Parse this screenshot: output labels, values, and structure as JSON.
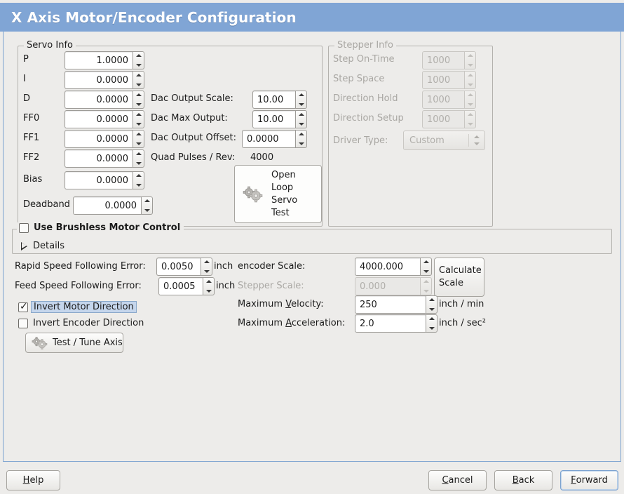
{
  "window": {
    "title": "X Axis Motor/Encoder Configuration",
    "title_bg": "#80a5d5",
    "bg": "#edecea",
    "frame_border": "#7ba2d0"
  },
  "servo": {
    "legend": "Servo Info",
    "params": [
      {
        "label": "P",
        "value": "1.0000"
      },
      {
        "label": "I",
        "value": "0.0000"
      },
      {
        "label": "D",
        "value": "0.0000"
      },
      {
        "label": "FF0",
        "value": "0.0000"
      },
      {
        "label": "FF1",
        "value": "0.0000"
      },
      {
        "label": "FF2",
        "value": "0.0000"
      },
      {
        "label": "Bias",
        "value": "0.0000"
      },
      {
        "label": "Deadband",
        "value": "0.0000"
      }
    ],
    "dac": [
      {
        "label": "Dac Output Scale:",
        "value": "10.00"
      },
      {
        "label": "Dac Max Output:",
        "value": "10.00"
      },
      {
        "label": "Dac Output Offset:",
        "value": "0.0000"
      }
    ],
    "quad_pulses_label": "Quad Pulses / Rev:",
    "quad_pulses_value": "4000",
    "open_loop_button": "Open\nLoop\nServo\nTest",
    "open_loop_lines": [
      "Open",
      "Loop",
      "Servo",
      "Test"
    ]
  },
  "stepper": {
    "legend": "Stepper Info",
    "enabled": false,
    "params": [
      {
        "label": "Step On-Time",
        "value": "1000"
      },
      {
        "label": "Step Space",
        "value": "1000"
      },
      {
        "label": "Direction Hold",
        "value": "1000"
      },
      {
        "label": "Direction Setup",
        "value": "1000"
      }
    ],
    "driver_type_label": "Driver Type:",
    "driver_type_value": "Custom"
  },
  "brushless": {
    "checkbox_label": "Use Brushless Motor Control",
    "checked": false,
    "details_label": "Details",
    "details_expanded": false
  },
  "tuning": {
    "rapid_label": "Rapid Speed Following Error:",
    "rapid_value": "0.0050",
    "rapid_unit": "inch",
    "feed_label": "Feed Speed Following Error:",
    "feed_value": "0.0005",
    "feed_unit": "inch",
    "invert_motor_label": "Invert Motor Direction",
    "invert_motor_checked": true,
    "invert_encoder_label": "Invert Encoder Direction",
    "invert_encoder_checked": false,
    "test_tune_button": "Test / Tune Axis"
  },
  "scales": {
    "encoder_label": "encoder Scale:",
    "encoder_value": "4000.000",
    "stepper_label": "Stepper Scale:",
    "stepper_value": "0.000",
    "stepper_enabled": false,
    "calculate_button_lines": [
      "Calculate",
      "Scale"
    ],
    "max_velocity_label_pre": "Maximum ",
    "max_velocity_label_mn": "V",
    "max_velocity_label_post": "elocity:",
    "max_velocity_value": "250",
    "max_velocity_unit": "inch / min",
    "max_accel_label_pre": "Maximum ",
    "max_accel_label_mn": "A",
    "max_accel_label_post": "cceleration:",
    "max_accel_value": "2.0",
    "max_accel_unit": "inch / sec²"
  },
  "actions": {
    "help": {
      "mn": "H",
      "rest": "elp"
    },
    "cancel": {
      "mn": "C",
      "rest": "ancel"
    },
    "back": {
      "mn": "B",
      "rest": "ack"
    },
    "forward": {
      "mn": "F",
      "rest": "orward",
      "focused": true
    }
  }
}
